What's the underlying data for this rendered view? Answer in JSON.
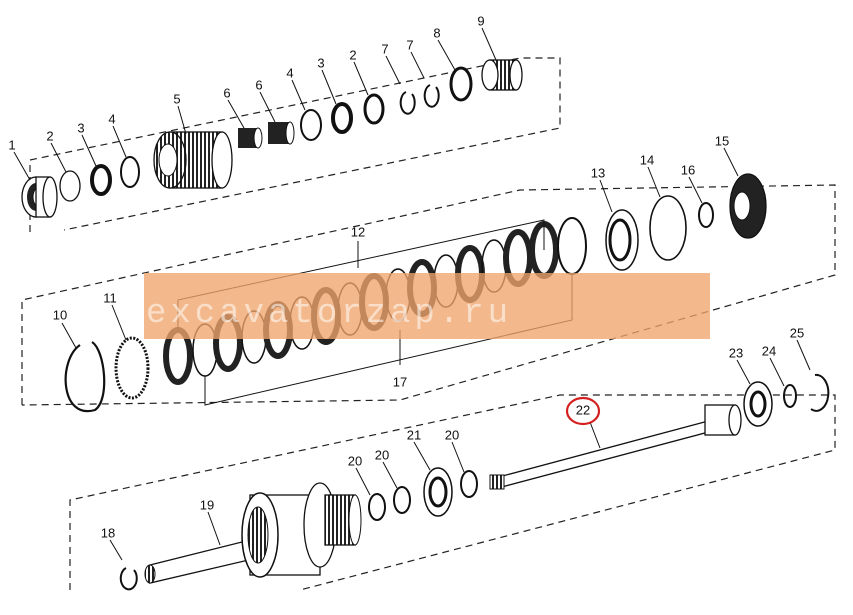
{
  "diagram": {
    "watermark": "excavatorzap.ru",
    "highlighted_part": "22",
    "labels": {
      "l1": "1",
      "l2a": "2",
      "l3a": "3",
      "l4a": "4",
      "l5": "5",
      "l6a": "6",
      "l6b": "6",
      "l4b": "4",
      "l3b": "3",
      "l2b": "2",
      "l7a": "7",
      "l7b": "7",
      "l8": "8",
      "l9": "9",
      "l10": "10",
      "l11": "11",
      "l12": "12",
      "l13": "13",
      "l14": "14",
      "l15": "15",
      "l16": "16",
      "l17": "17",
      "l18": "18",
      "l19": "19",
      "l20a": "20",
      "l20b": "20",
      "l20c": "20",
      "l21": "21",
      "l22": "22",
      "l23": "23",
      "l24": "24",
      "l25": "25"
    }
  }
}
